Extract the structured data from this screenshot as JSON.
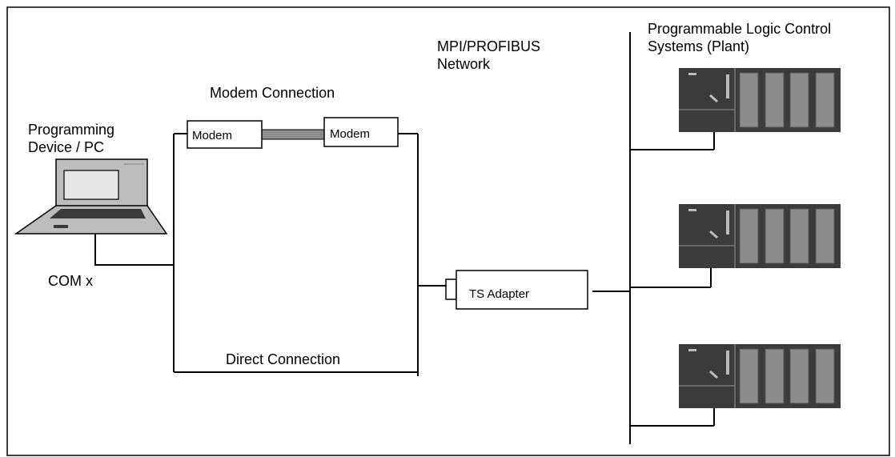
{
  "labels": {
    "programming_device": [
      "Programming",
      "Device / PC"
    ],
    "com_port": "COM x",
    "modem_connection": "Modem Connection",
    "direct_connection": "Direct Connection",
    "network": [
      "MPI/PROFIBUS",
      "Network"
    ],
    "plc_title": [
      "Programmable Logic Control",
      "Systems (Plant)"
    ],
    "modem_left": "Modem",
    "modem_right": "Modem",
    "ts_adapter": "TS Adapter"
  },
  "plc_units": 3,
  "colors": {
    "plc_body": "#3b3b3b",
    "plc_module": "#8c8c8c",
    "cable": "#8c8c8c",
    "laptop_body": "#bdbdbd",
    "laptop_screen": "#e6e6e6",
    "keyboard": "#3a3a3a"
  }
}
